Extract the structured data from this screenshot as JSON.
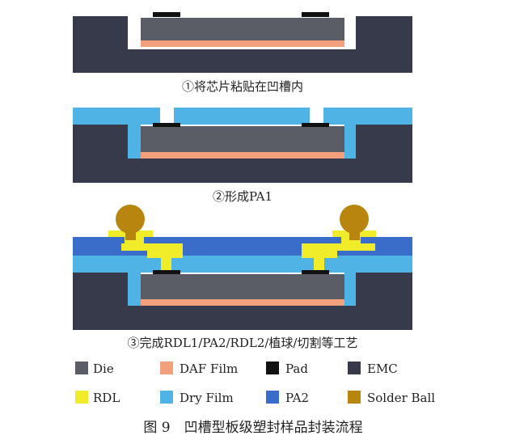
{
  "colors": {
    "die": "#5a5c66",
    "daf_film": "#f29f7b",
    "pad": "#111111",
    "emc": "#363a4b",
    "rdl": "#f0ec29",
    "dry_film": "#4fb3e6",
    "pa2": "#3a6cc9",
    "solder_ball": "#b8860e"
  },
  "steps": [
    {
      "caption": "①将芯片粘贴在凹槽内"
    },
    {
      "caption": "②形成PA1"
    },
    {
      "caption": "③完成RDL1/PA2/RDL2/植球/切割等工艺"
    }
  ],
  "legend": [
    {
      "label": "Die",
      "color": "#5a5c66"
    },
    {
      "label": "DAF Film",
      "color": "#f29f7b"
    },
    {
      "label": "Pad",
      "color": "#111111"
    },
    {
      "label": "EMC",
      "color": "#363a4b"
    },
    {
      "label": "RDL",
      "color": "#f0ec29"
    },
    {
      "label": "Dry Film",
      "color": "#4fb3e6"
    },
    {
      "label": "PA2",
      "color": "#3a6cc9"
    },
    {
      "label": "Solder Ball",
      "color": "#b8860e"
    }
  ],
  "figure_caption": "图 9　凹槽型板级塑封样品封装流程"
}
